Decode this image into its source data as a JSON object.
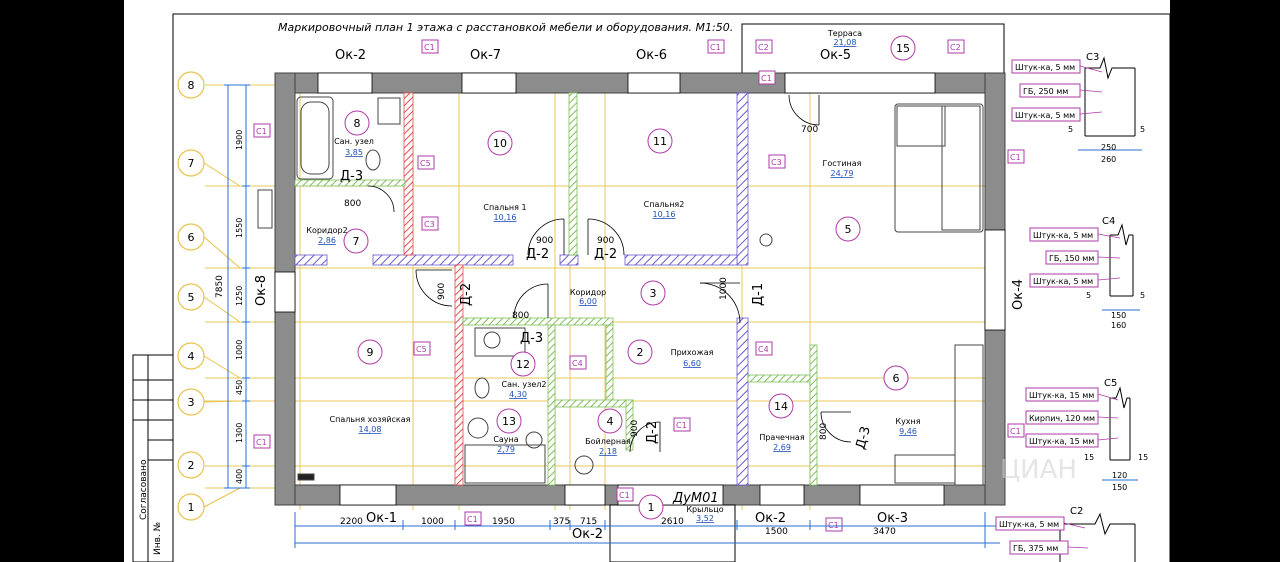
{
  "plan": {
    "title": "Маркировочный план 1 этажа с расстановкой мебели и оборудования. М1:50.",
    "side_stamp": [
      "Согласовано",
      "Инв. №"
    ],
    "watermark": "ЦИАН"
  },
  "colors": {
    "paper": "#ffffff",
    "frame": "#000000",
    "wall": "#8c8c8c",
    "wall_edge": "#404040",
    "axis": "#e8c24a",
    "axis_dim": "#2a6fd6",
    "marker": "#b03aa8",
    "brick": "#e05050",
    "partition": "#7fbf5a",
    "hatch": "#6a5acd",
    "dim": "#1f4fb8",
    "furniture": "#444444"
  },
  "axis_markers": [
    "8",
    "7",
    "6",
    "5",
    "4",
    "3",
    "2",
    "1"
  ],
  "vertical_dims": {
    "total": "7850",
    "segments": [
      "1900",
      "1550",
      "1250",
      "1000",
      "450",
      "1300",
      "400"
    ]
  },
  "bottom_dims": [
    "2200",
    "1000",
    "1950",
    "375",
    "715",
    "2610",
    "1500",
    "3470"
  ],
  "windows": {
    "top": [
      "Ок-2",
      "Ок-7",
      "Ок-6",
      "Ок-5"
    ],
    "left": "Ок-8",
    "right": "Ок-4",
    "bottom": [
      "Ок-1",
      "Ок-2",
      "Ок-2",
      "Ок-3"
    ]
  },
  "doors": {
    "d3_top": "Д-3",
    "d2_a": "Д-2",
    "d2_b": "Д-2",
    "d2_left": "Д-2",
    "d1": "Д-1",
    "d3_mid": "Д-3",
    "d2_bottom": "Д-2",
    "d3_kitchen": "Д-3",
    "entrance": "ДуМ01"
  },
  "door_widths": [
    "800",
    "900",
    "900",
    "900",
    "800",
    "1000",
    "800",
    "900",
    "700"
  ],
  "wall_markers": [
    "С1",
    "С1",
    "С1",
    "С2",
    "С2",
    "С1",
    "С1",
    "С5",
    "С3",
    "С3",
    "С5",
    "С4",
    "С4",
    "С1",
    "С1",
    "С1",
    "С1",
    "С1",
    "С1"
  ],
  "rooms": [
    {
      "num": "8",
      "name": "Сан. узел",
      "area": "3,85"
    },
    {
      "num": "7",
      "name": "Коридор2",
      "area": "2,86"
    },
    {
      "num": "10",
      "name": "Спальня 1",
      "area": "10,16"
    },
    {
      "num": "11",
      "name": "Спальня2",
      "area": "10,16"
    },
    {
      "num": "5",
      "name": "Гостиная",
      "area": "24,79"
    },
    {
      "num": "15",
      "name": "Терраса",
      "area": "21,08"
    },
    {
      "num": "3",
      "name": "Коридор",
      "area": "6,00"
    },
    {
      "num": "9",
      "name": "Спальня хозяйская",
      "area": "14,08"
    },
    {
      "num": "12",
      "name": "Сан. узел2",
      "area": "4,30"
    },
    {
      "num": "2",
      "name": "Прихожая",
      "area": "6,60"
    },
    {
      "num": "6",
      "name": "Кухня",
      "area": "9,46"
    },
    {
      "num": "13",
      "name": "Сауна",
      "area": "2,79"
    },
    {
      "num": "4",
      "name": "Бойлерная",
      "area": "2,18"
    },
    {
      "num": "14",
      "name": "Прачечная",
      "area": "2,69"
    },
    {
      "num": "1",
      "name": "Крыльцо",
      "area": "3,52"
    }
  ],
  "sections": [
    {
      "id": "С3",
      "layers": [
        "Штук-ка, 5 мм",
        "ГБ, 250 мм",
        "Штук-ка, 5 мм"
      ],
      "dims": [
        "5",
        "5",
        "250",
        "260"
      ]
    },
    {
      "id": "С4",
      "layers": [
        "Штук-ка, 5 мм",
        "ГБ, 150 мм",
        "Штук-ка, 5 мм"
      ],
      "dims": [
        "5",
        "5",
        "150",
        "160"
      ]
    },
    {
      "id": "С5",
      "layers": [
        "Штук-ка, 15 мм",
        "Кирпич, 120 мм",
        "Штук-ка, 15 мм"
      ],
      "dims": [
        "15",
        "15",
        "120",
        "150"
      ]
    },
    {
      "id": "С2",
      "layers": [
        "Штук-ка, 5 мм",
        "ГБ, 375 мм"
      ],
      "dims": []
    }
  ]
}
